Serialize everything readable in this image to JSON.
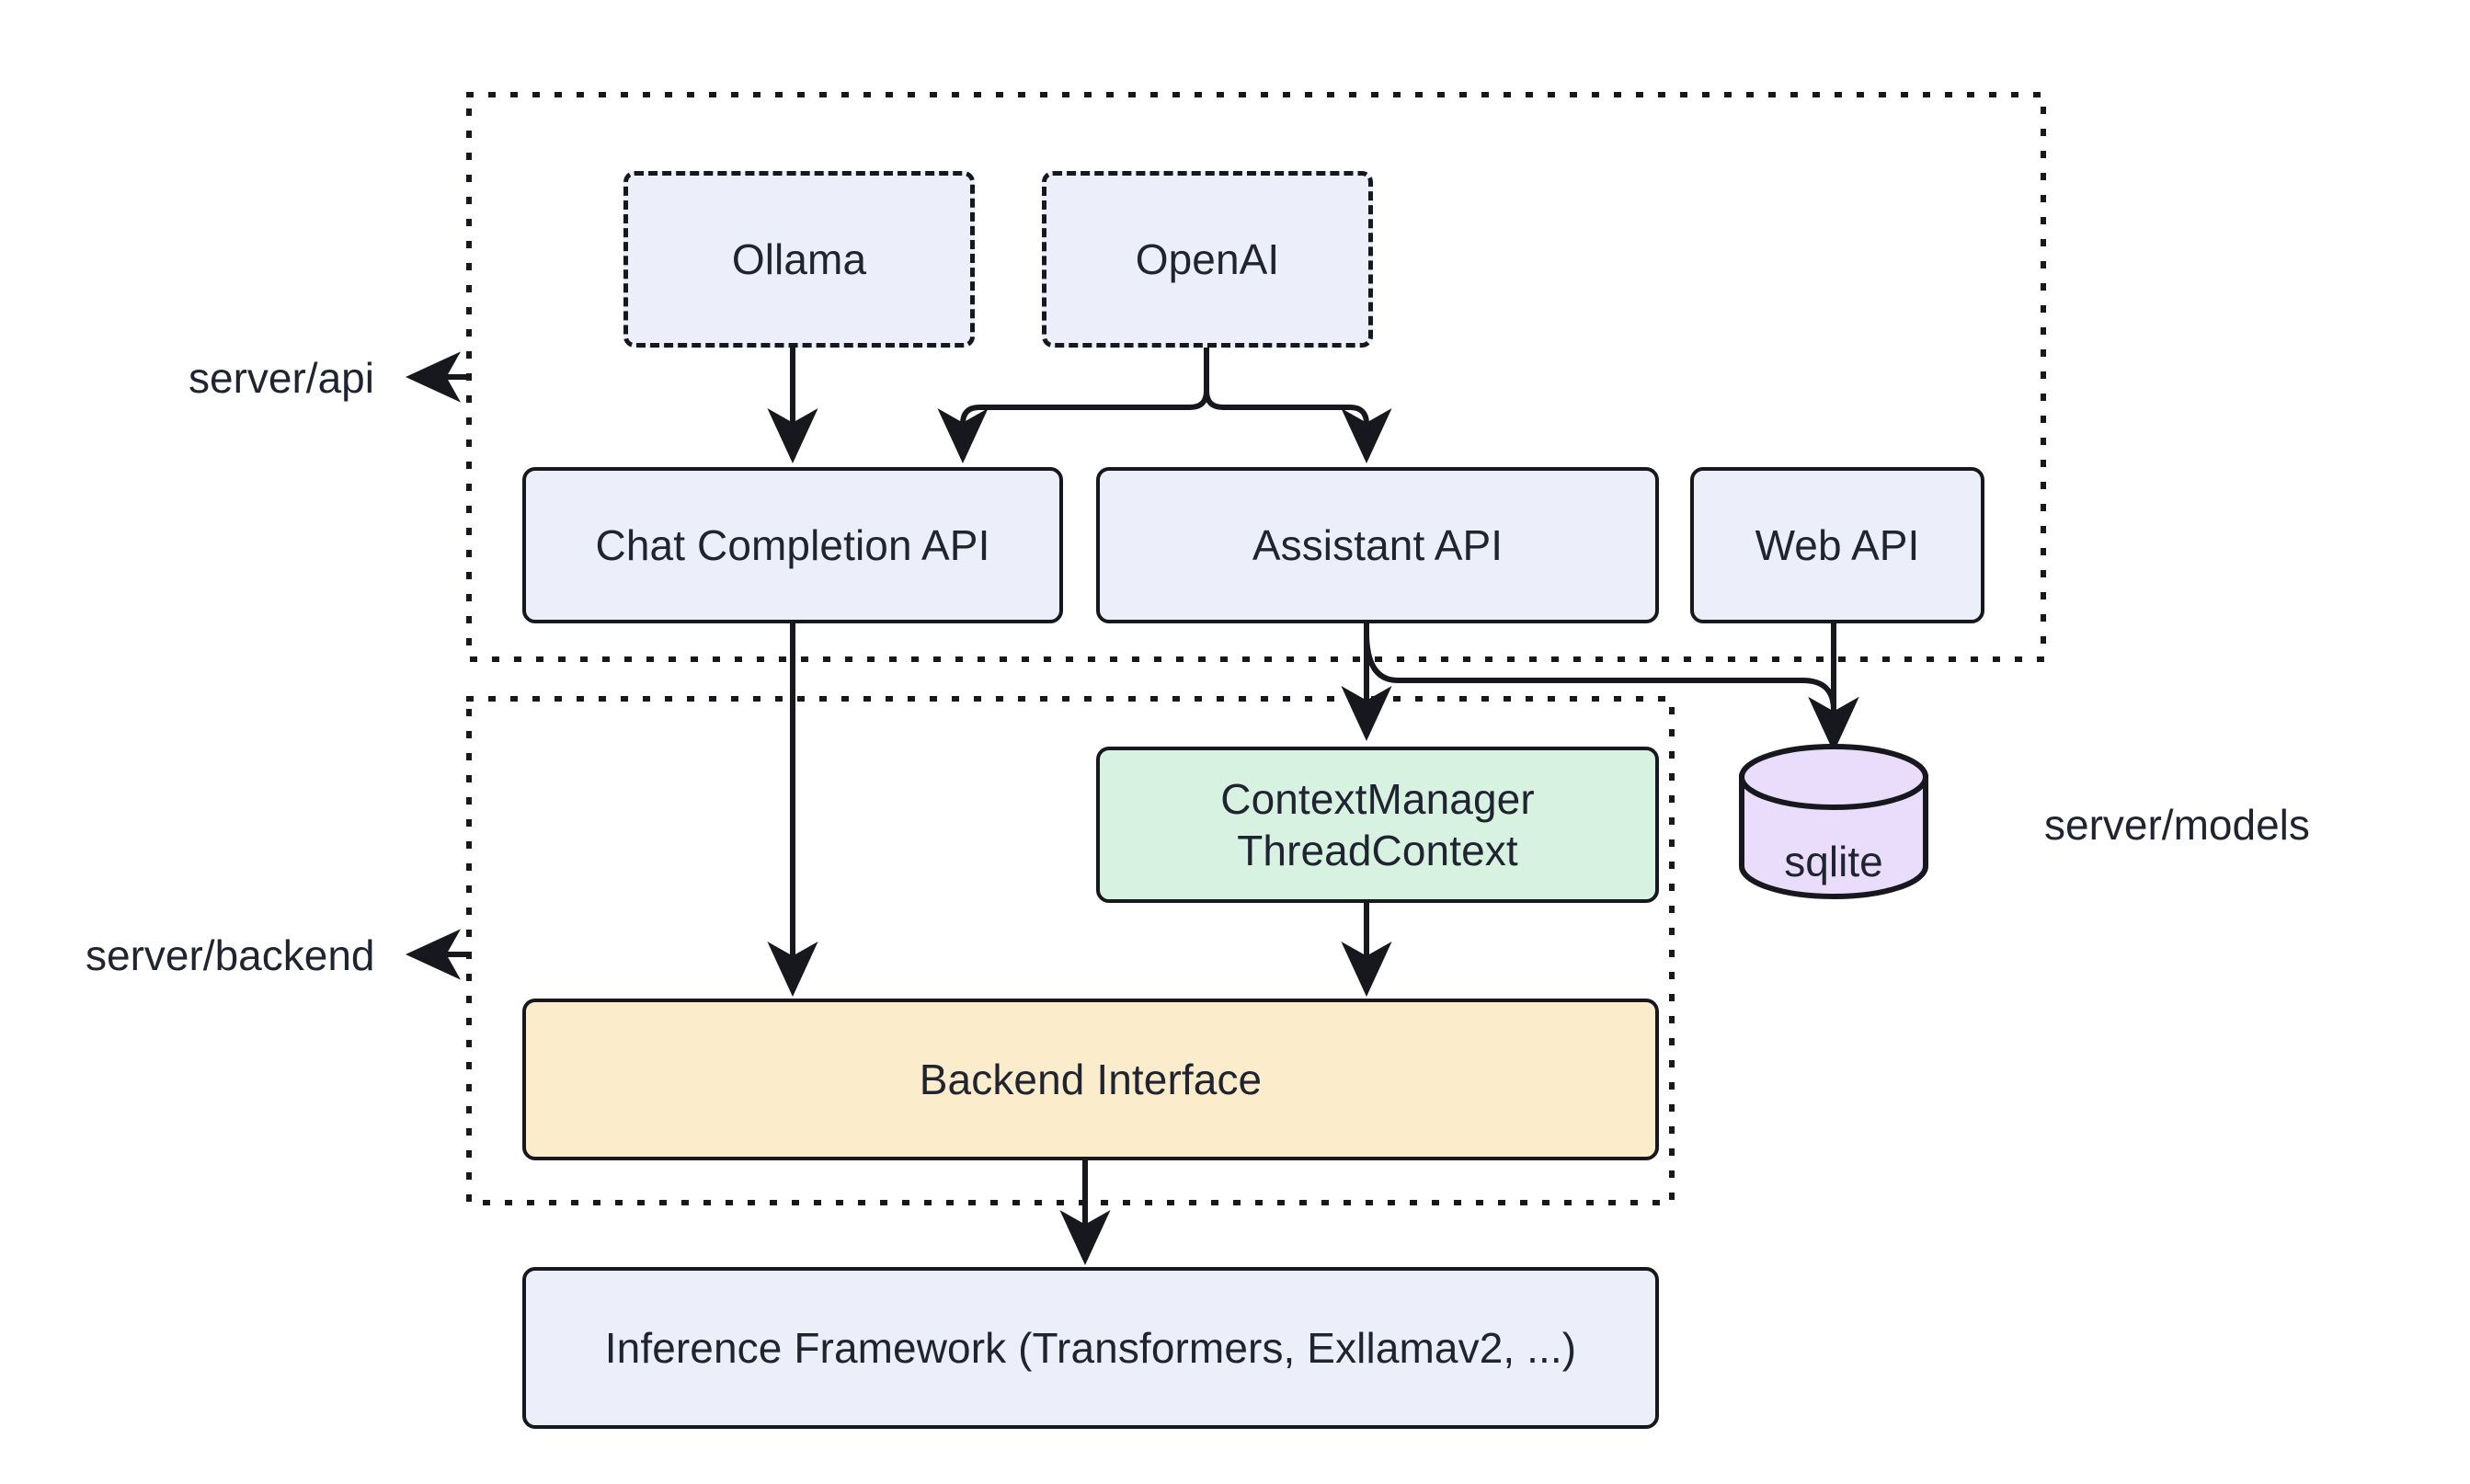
{
  "diagram": {
    "type": "architecture-flowchart",
    "title": "",
    "groups": [
      {
        "id": "api",
        "label": "server/api",
        "style": "dotted-rect",
        "has_arrow": true
      },
      {
        "id": "backend",
        "label": "server/backend",
        "style": "dotted-rect",
        "has_arrow": true
      },
      {
        "id": "models",
        "label": "server/models",
        "style": "label-only",
        "has_arrow": false
      }
    ],
    "nodes": [
      {
        "id": "ollama",
        "label": "Ollama",
        "shape": "rounded-rect",
        "border": "dashed",
        "fill": "#eceff9",
        "group": "api"
      },
      {
        "id": "openai",
        "label": "OpenAI",
        "shape": "rounded-rect",
        "border": "dashed",
        "fill": "#eceff9",
        "group": "api"
      },
      {
        "id": "chatapi",
        "label": "Chat Completion API",
        "shape": "rounded-rect",
        "border": "solid",
        "fill": "#eceff9",
        "group": "api"
      },
      {
        "id": "assistant",
        "label": "Assistant API",
        "shape": "rounded-rect",
        "border": "solid",
        "fill": "#eceff9",
        "group": "api"
      },
      {
        "id": "webapi",
        "label": "Web API",
        "shape": "rounded-rect",
        "border": "solid",
        "fill": "#eceff9",
        "group": "api"
      },
      {
        "id": "ctx",
        "label": "ContextManager\nThreadContext",
        "line1": "ContextManager",
        "line2": "ThreadContext",
        "shape": "rounded-rect",
        "border": "solid",
        "fill": "#d8f2e1",
        "group": "backend"
      },
      {
        "id": "sqlite",
        "label": "sqlite",
        "shape": "cylinder",
        "border": "solid",
        "fill": "#e9ddfb",
        "group": "models"
      },
      {
        "id": "backendif",
        "label": "Backend Interface",
        "shape": "rounded-rect",
        "border": "solid",
        "fill": "#fbeccb",
        "group": "backend"
      },
      {
        "id": "inference",
        "label": "Inference Framework (Transformers, Exllamav2, ...)",
        "shape": "rounded-rect",
        "border": "solid",
        "fill": "#eceff9",
        "group": "none"
      }
    ],
    "edges": [
      {
        "from": "ollama",
        "to": "chatapi",
        "arrow": true
      },
      {
        "from": "openai",
        "to": "chatapi",
        "arrow": true
      },
      {
        "from": "openai",
        "to": "assistant",
        "arrow": true
      },
      {
        "from": "chatapi",
        "to": "backendif",
        "arrow": true
      },
      {
        "from": "assistant",
        "to": "ctx",
        "arrow": true
      },
      {
        "from": "assistant",
        "to": "sqlite",
        "arrow": true
      },
      {
        "from": "webapi",
        "to": "sqlite",
        "arrow": true
      },
      {
        "from": "ctx",
        "to": "backendif",
        "arrow": true
      },
      {
        "from": "backendif",
        "to": "inference",
        "arrow": true
      }
    ],
    "colors": {
      "background": "#ffffff",
      "stroke": "#16181d",
      "text": "#1f2430",
      "node_blue": "#eceff9",
      "node_green": "#d8f2e1",
      "node_amber": "#fbeccb",
      "node_purple": "#e9ddfb"
    }
  }
}
